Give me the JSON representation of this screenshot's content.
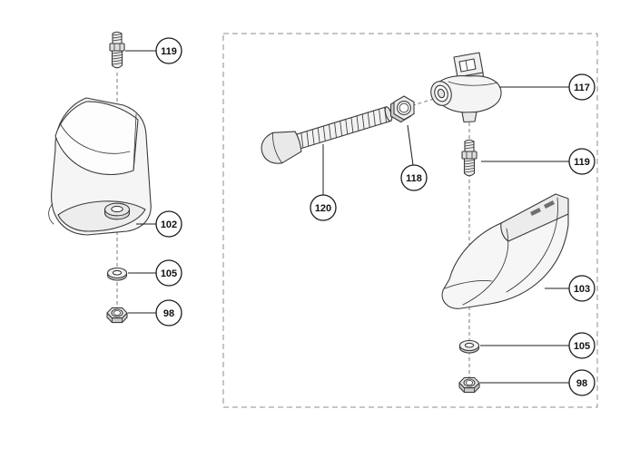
{
  "diagram": {
    "background": "#ffffff",
    "line_color": "#3a3a3a",
    "callout_color": "#1c1c1c",
    "border_color": "#8c8c8c",
    "callouts": {
      "left_stud": "119",
      "left_bracket": "102",
      "left_washer": "105",
      "left_nut": "98",
      "right_body": "117",
      "right_stud": "119",
      "right_top_nut": "118",
      "right_screw": "120",
      "right_deflector": "103",
      "right_washer": "105",
      "right_bottom_nut": "98"
    }
  }
}
